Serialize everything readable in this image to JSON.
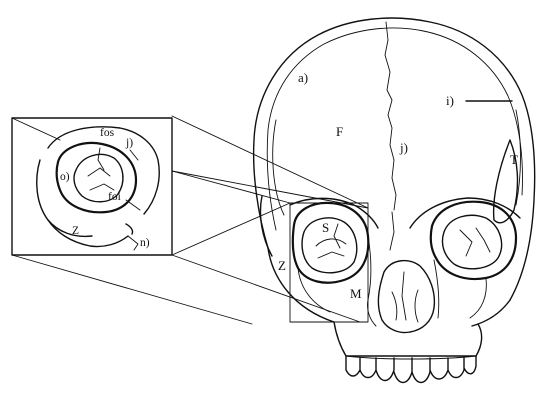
{
  "skull_labels": {
    "frontal": "F",
    "label_a": "a)",
    "label_i": "i)",
    "label_j": "j)",
    "temporal": "T",
    "sphenoid": "S",
    "zygomatic": "Z",
    "maxilla": "M"
  },
  "inset_labels": {
    "fos": "fos",
    "j": "j)",
    "o": "o)",
    "foi": "foi",
    "zygomatic": "Z",
    "n": "n)"
  }
}
